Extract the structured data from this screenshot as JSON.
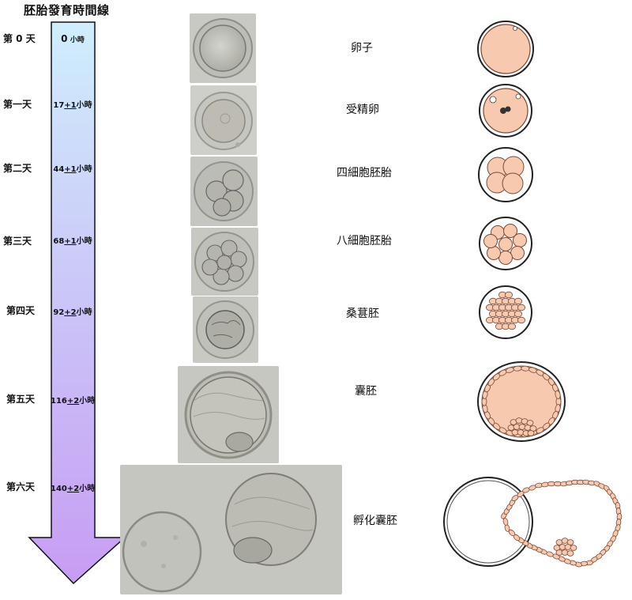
{
  "title": "胚胎發育時間線",
  "timeline": [
    {
      "day": "第 0 天",
      "hours": "0",
      "pm": "",
      "unit": "小時",
      "stage": "卵子"
    },
    {
      "day": "第一天",
      "hours": "17",
      "pm": "+1",
      "unit": "小時",
      "stage": "受精卵"
    },
    {
      "day": "第二天",
      "hours": "44",
      "pm": "+1",
      "unit": "小時",
      "stage": "四細胞胚胎"
    },
    {
      "day": "第三天",
      "hours": "68",
      "pm": "+1",
      "unit": "小時",
      "stage": "八細胞胚胎"
    },
    {
      "day": "第四天",
      "hours": "92",
      "pm": "+2",
      "unit": "小時",
      "stage": "桑葚胚"
    },
    {
      "day": "第五天",
      "hours": "116",
      "pm": "+2",
      "unit": "小時",
      "stage": "囊胚"
    },
    {
      "day": "第六天",
      "hours": "140",
      "pm": "+2",
      "unit": "小時",
      "stage": "孵化囊胚"
    }
  ],
  "colors": {
    "arrow_top": "#cfeefc",
    "arrow_bottom": "#c79cf3",
    "cell_fill": "#f7c9ae",
    "cell_stroke": "#7a4a38",
    "photo_bg": "#c7c7c2"
  }
}
